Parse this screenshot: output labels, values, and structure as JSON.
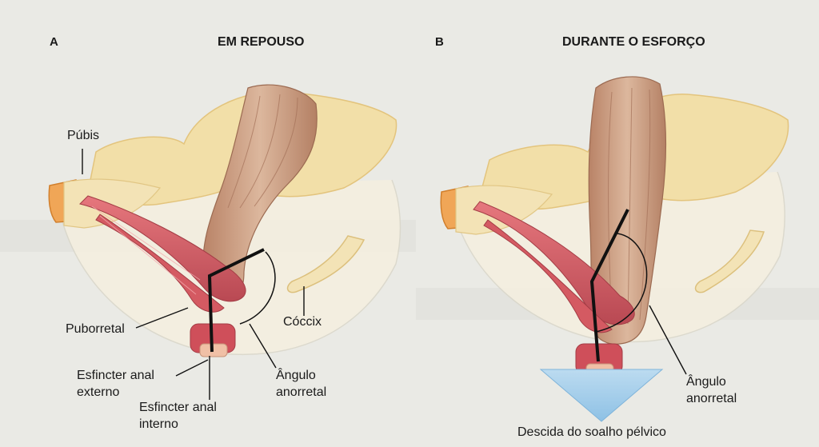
{
  "panel_a": {
    "letter": "A",
    "title": "EM REPOUSO",
    "labels": {
      "pubis": "Púbis",
      "puborretal": "Puborretal",
      "coccix": "Cóccix",
      "esfincter_externo_1": "Esfincter anal",
      "esfincter_externo_2": "externo",
      "esfincter_interno_1": "Esfincter anal",
      "esfincter_interno_2": "interno",
      "angulo_1": "Ângulo",
      "angulo_2": "anorretal"
    }
  },
  "panel_b": {
    "letter": "B",
    "title": "DURANTE O ESFORÇO",
    "labels": {
      "angulo_1": "Ângulo",
      "angulo_2": "anorretal",
      "descida": "Descida do soalho pélvico"
    }
  },
  "colors": {
    "bone": "#f1dfab",
    "bone_edge": "#e2c57f",
    "muscle": "#d9646a",
    "muscle_dark": "#b84750",
    "rectum": "#c99b7e",
    "sphincter_internal": "#e9b9a0",
    "arrow": "#a8cfe9",
    "background_page": "#ecece7"
  }
}
